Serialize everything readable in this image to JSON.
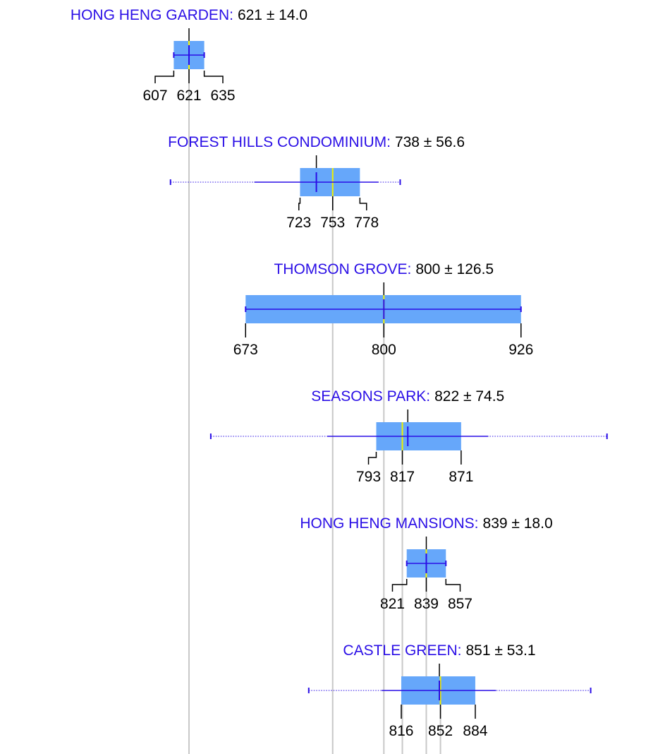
{
  "chart_data": {
    "type": "boxplot",
    "grid": false,
    "colors": {
      "name": "#2a0ee6",
      "value_text": "#000000",
      "box": "#66a7fa",
      "whisker": "#2a0ee6",
      "median": "#f0f000",
      "tick": "#000000",
      "guide": "#c8c8c8"
    },
    "series": [
      {
        "name": "HONG HENG GARDEN",
        "summary": "621 ± 14.0",
        "mean": 621,
        "sd": 14.0,
        "q1": 607,
        "median": 621,
        "q3": 635,
        "q1_label": "607",
        "median_label": "621",
        "q3_label": "635",
        "whisker_low": 607,
        "whisker_high": 635,
        "range_low": null,
        "range_high": null
      },
      {
        "name": "FOREST HILLS CONDOMINIUM",
        "summary": "738 ± 56.6",
        "mean": 738,
        "sd": 56.6,
        "q1": 723,
        "median": 753,
        "q3": 778,
        "q1_label": "723",
        "median_label": "753",
        "q3_label": "778",
        "whisker_low": 681,
        "whisker_high": 795,
        "range_low": 604,
        "range_high": 815
      },
      {
        "name": "THOMSON GROVE",
        "summary": "800 ± 126.5",
        "mean": 800,
        "sd": 126.5,
        "q1": 673,
        "median": 800,
        "q3": 926,
        "q1_label": "673",
        "median_label": "800",
        "q3_label": "926",
        "whisker_low": 673,
        "whisker_high": 926,
        "range_low": null,
        "range_high": null
      },
      {
        "name": "SEASONS PARK",
        "summary": "822 ± 74.5",
        "mean": 822,
        "sd": 74.5,
        "q1": 793,
        "median": 817,
        "q3": 871,
        "q1_label": "793",
        "median_label": "817",
        "q3_label": "871",
        "whisker_low": 748,
        "whisker_high": 896,
        "range_low": 641,
        "range_high": 1005
      },
      {
        "name": "HONG HENG MANSIONS",
        "summary": "839 ± 18.0",
        "mean": 839,
        "sd": 18.0,
        "q1": 821,
        "median": 839,
        "q3": 857,
        "q1_label": "821",
        "median_label": "839",
        "q3_label": "857",
        "whisker_low": 821,
        "whisker_high": 857,
        "range_low": null,
        "range_high": null
      },
      {
        "name": "CASTLE GREEN",
        "summary": "851 ± 53.1",
        "mean": 851,
        "sd": 53.1,
        "q1": 816,
        "median": 852,
        "q3": 884,
        "q1_label": "816",
        "median_label": "852",
        "q3_label": "884",
        "whisker_low": 798,
        "whisker_high": 903,
        "range_low": 731,
        "range_high": 990
      }
    ]
  }
}
